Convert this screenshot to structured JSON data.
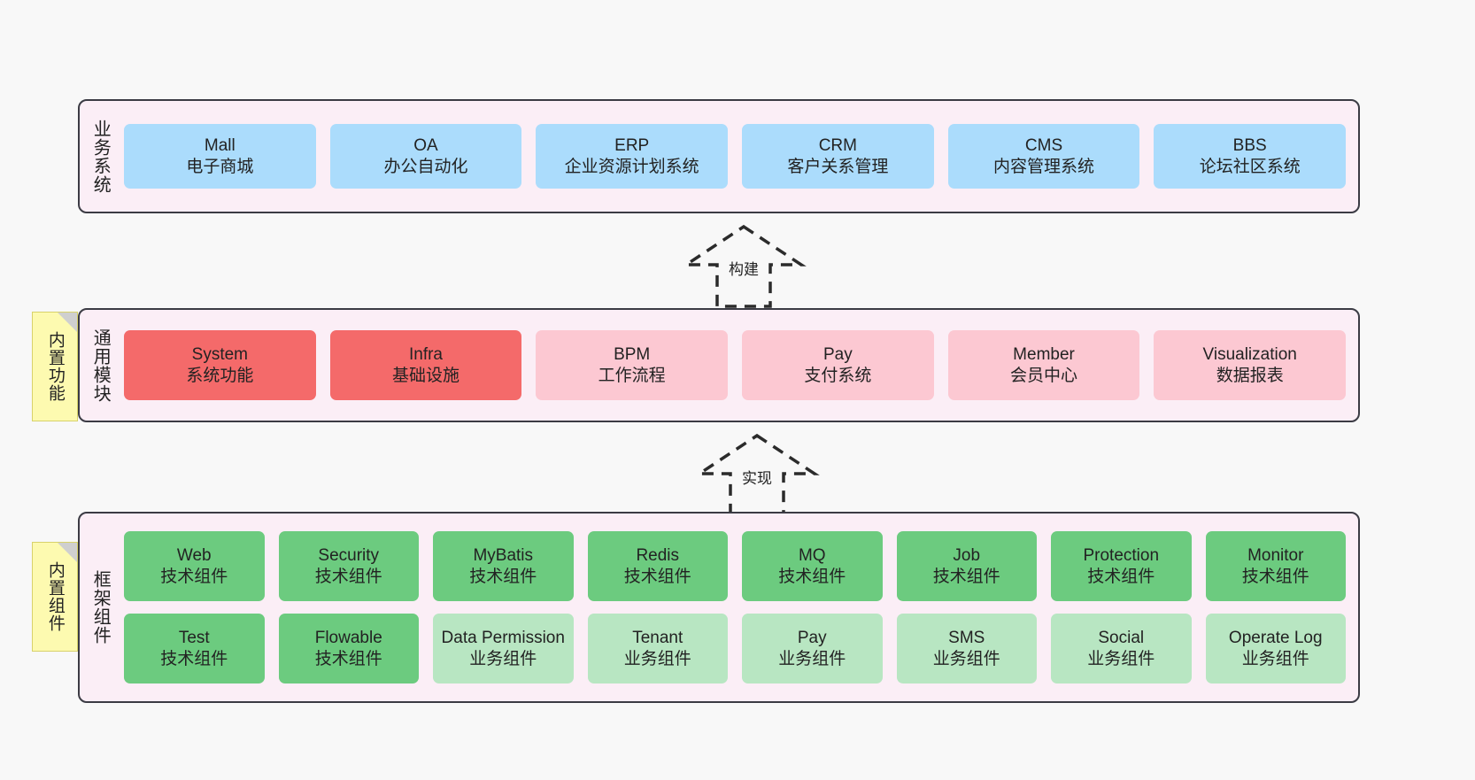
{
  "diagram": {
    "background": "#f8f8f8",
    "panel_bg": "#fbeef6",
    "panel_border": "#3b3b44"
  },
  "layers": {
    "business": {
      "title": "业务系统",
      "card_color": "#abdcfc",
      "cards": [
        {
          "en": "Mall",
          "cn": "电子商城"
        },
        {
          "en": "OA",
          "cn": "办公自动化"
        },
        {
          "en": "ERP",
          "cn": "企业资源计划系统"
        },
        {
          "en": "CRM",
          "cn": "客户关系管理"
        },
        {
          "en": "CMS",
          "cn": "内容管理系统"
        },
        {
          "en": "BBS",
          "cn": "论坛社区系统"
        }
      ]
    },
    "common": {
      "title": "通用模块",
      "note": "内置功能",
      "card_color_primary": "#f46a6a",
      "card_color_secondary": "#fcc8d2",
      "cards": [
        {
          "en": "System",
          "cn": "系统功能",
          "style": "c-red"
        },
        {
          "en": "Infra",
          "cn": "基础设施",
          "style": "c-red"
        },
        {
          "en": "BPM",
          "cn": "工作流程",
          "style": "c-pink"
        },
        {
          "en": "Pay",
          "cn": "支付系统",
          "style": "c-pink"
        },
        {
          "en": "Member",
          "cn": "会员中心",
          "style": "c-pink"
        },
        {
          "en": "Visualization",
          "cn": "数据报表",
          "style": "c-pink"
        }
      ]
    },
    "framework": {
      "title": "框架组件",
      "note": "内置组件",
      "card_color_tech": "#6ccb7f",
      "card_color_biz": "#b8e6c2",
      "row1": [
        {
          "en": "Web",
          "cn": "技术组件",
          "style": "c-green"
        },
        {
          "en": "Security",
          "cn": "技术组件",
          "style": "c-green"
        },
        {
          "en": "MyBatis",
          "cn": "技术组件",
          "style": "c-green"
        },
        {
          "en": "Redis",
          "cn": "技术组件",
          "style": "c-green"
        },
        {
          "en": "MQ",
          "cn": "技术组件",
          "style": "c-green"
        },
        {
          "en": "Job",
          "cn": "技术组件",
          "style": "c-green"
        },
        {
          "en": "Protection",
          "cn": "技术组件",
          "style": "c-green"
        },
        {
          "en": "Monitor",
          "cn": "技术组件",
          "style": "c-green"
        }
      ],
      "row2": [
        {
          "en": "Test",
          "cn": "技术组件",
          "style": "c-green"
        },
        {
          "en": "Flowable",
          "cn": "技术组件",
          "style": "c-green"
        },
        {
          "en": "Data Permission",
          "cn": "业务组件",
          "style": "c-lightgreen"
        },
        {
          "en": "Tenant",
          "cn": "业务组件",
          "style": "c-lightgreen"
        },
        {
          "en": "Pay",
          "cn": "业务组件",
          "style": "c-lightgreen"
        },
        {
          "en": "SMS",
          "cn": "业务组件",
          "style": "c-lightgreen"
        },
        {
          "en": "Social",
          "cn": "业务组件",
          "style": "c-lightgreen"
        },
        {
          "en": "Operate Log",
          "cn": "业务组件",
          "style": "c-lightgreen"
        }
      ]
    }
  },
  "connectors": [
    {
      "id": "build",
      "label": "构建",
      "from": "common",
      "to": "business",
      "style": "dashed-generalization"
    },
    {
      "id": "impl",
      "label": "实现",
      "from": "framework",
      "to": "common",
      "style": "dashed-generalization"
    }
  ]
}
